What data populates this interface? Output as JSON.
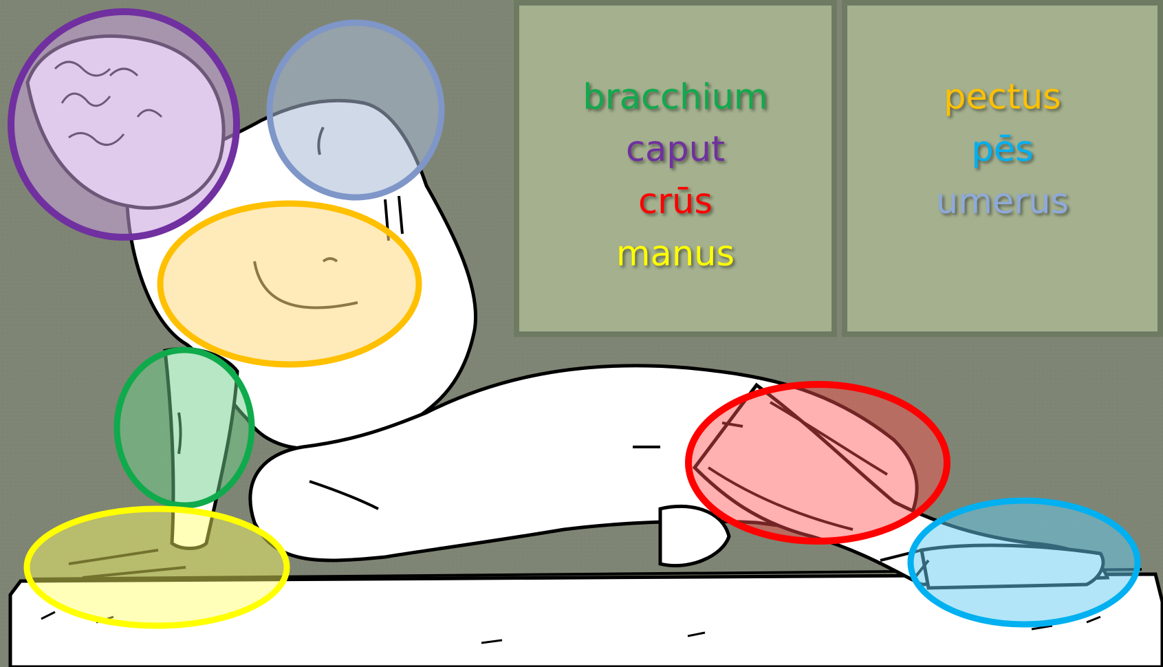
{
  "panels": {
    "left": [
      {
        "text": "bracchium",
        "color": "#0faa4c"
      },
      {
        "text": "caput",
        "color": "#7030a0"
      },
      {
        "text": "crūs",
        "color": "#ff0000"
      },
      {
        "text": "manus",
        "color": "#ffff00"
      }
    ],
    "right": [
      {
        "text": "pectus",
        "color": "#ffc000"
      },
      {
        "text": "pēs",
        "color": "#00b0f0"
      },
      {
        "text": "umerus",
        "color": "#8ea9db"
      }
    ]
  },
  "regions": [
    {
      "label": "caput",
      "color": "#7030a0"
    },
    {
      "label": "umerus",
      "color": "#7f96c8"
    },
    {
      "label": "pectus",
      "color": "#ffc000"
    },
    {
      "label": "bracchium",
      "color": "#0faa4c"
    },
    {
      "label": "manus",
      "color": "#ffff00"
    },
    {
      "label": "crūs",
      "color": "#ff0000"
    },
    {
      "label": "pēs",
      "color": "#00b0f0"
    }
  ]
}
